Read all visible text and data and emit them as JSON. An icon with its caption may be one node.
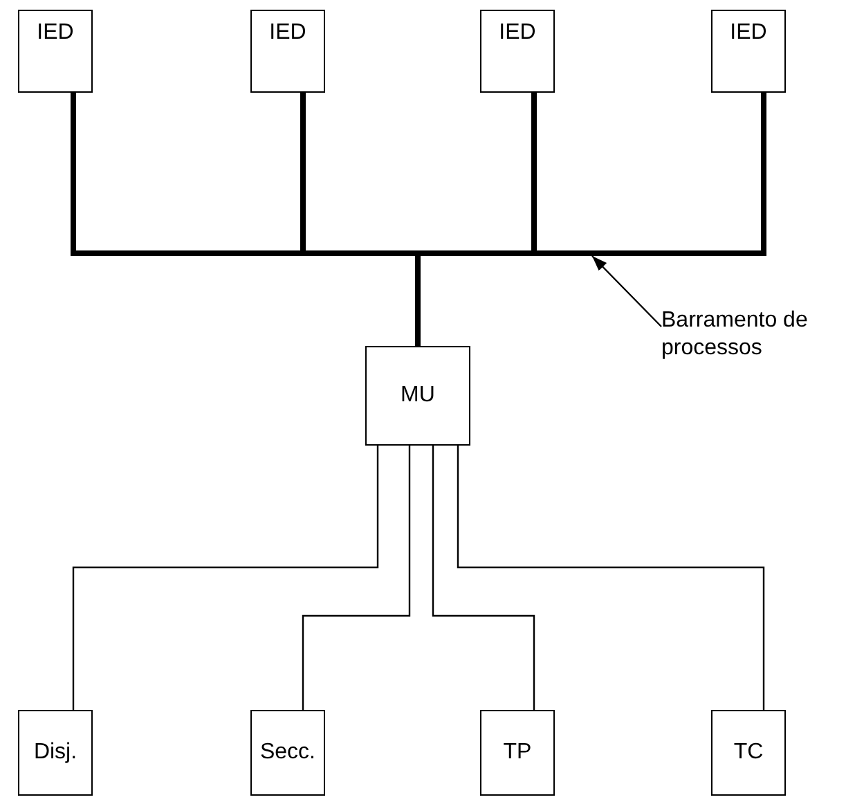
{
  "diagram": {
    "nodes": [
      {
        "text": [
          "IED"
        ]
      },
      {
        "text": [
          "IED"
        ]
      },
      {
        "text": [
          "IED"
        ]
      },
      {
        "text": [
          "IED"
        ]
      },
      {
        "text": [],
        "shape": "bar"
      },
      {
        "text": [
          "MU"
        ]
      },
      {
        "text": [
          "Barramento de processos"
        ]
      },
      {
        "text": [
          "Disj."
        ]
      },
      {
        "text": [
          "Secc."
        ]
      },
      {
        "text": [
          "TP"
        ]
      },
      {
        "text": [
          "TC"
        ]
      }
    ],
    "edges": [
      {
        "from": 0,
        "to": 4,
        "arrow": "none",
        "style": "thick"
      },
      {
        "from": 1,
        "to": 4,
        "arrow": "none",
        "style": "thick"
      },
      {
        "from": 2,
        "to": 4,
        "arrow": "none",
        "style": "thick"
      },
      {
        "from": 3,
        "to": 4,
        "arrow": "none",
        "style": "thick"
      },
      {
        "from": 4,
        "to": 5,
        "arrow": "none",
        "style": "thick"
      },
      {
        "from": 6,
        "to": 4,
        "arrow": "to"
      },
      {
        "from": 5,
        "to": 7,
        "arrow": "none"
      },
      {
        "from": 5,
        "to": 8,
        "arrow": "none"
      },
      {
        "from": 5,
        "to": 9,
        "arrow": "none"
      },
      {
        "from": 5,
        "to": 10,
        "arrow": "none"
      }
    ]
  }
}
